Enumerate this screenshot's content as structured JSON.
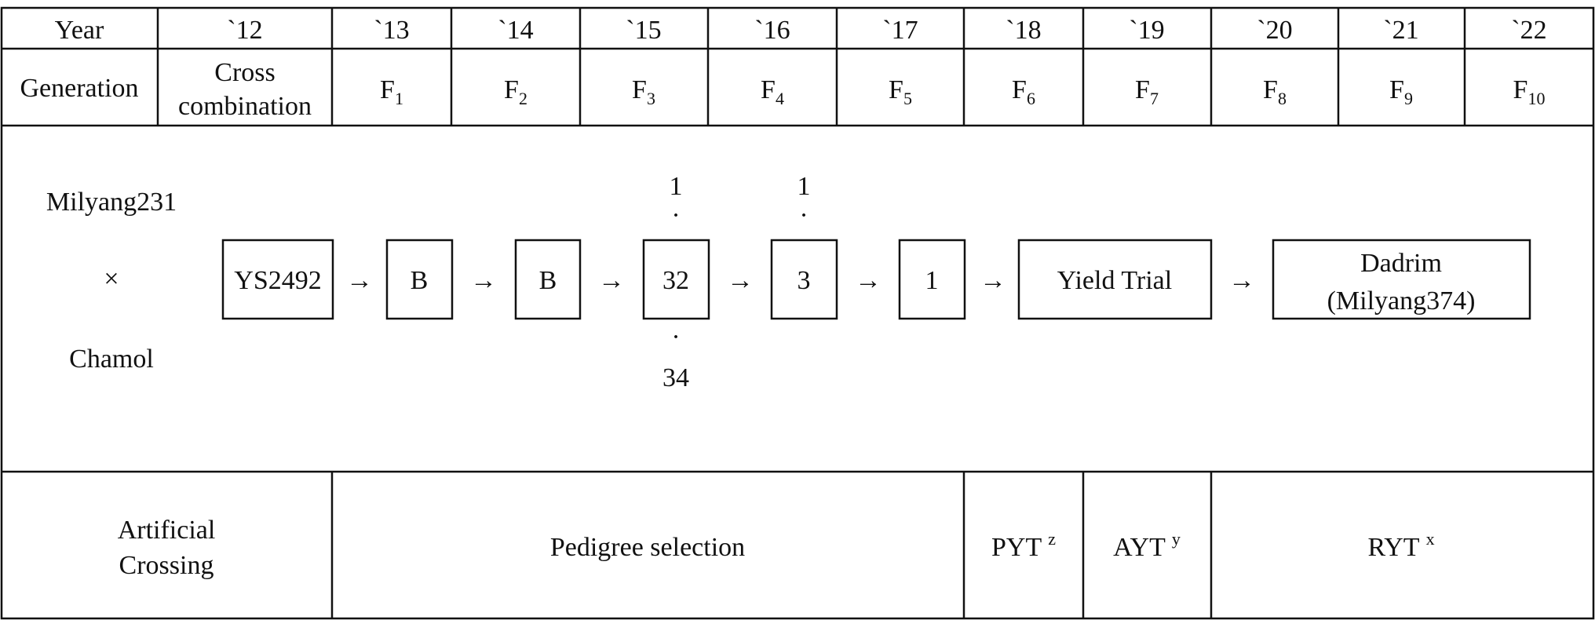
{
  "header": {
    "year_label": "Year",
    "years": [
      "`12",
      "`13",
      "`14",
      "`15",
      "`16",
      "`17",
      "`18",
      "`19",
      "`20",
      "`21",
      "`22"
    ],
    "generation_label": "Generation",
    "cross_line1": "Cross",
    "cross_line2": "combination",
    "generations": [
      {
        "base": "F",
        "sub": "1"
      },
      {
        "base": "F",
        "sub": "2"
      },
      {
        "base": "F",
        "sub": "3"
      },
      {
        "base": "F",
        "sub": "4"
      },
      {
        "base": "F",
        "sub": "5"
      },
      {
        "base": "F",
        "sub": "6"
      },
      {
        "base": "F",
        "sub": "7"
      },
      {
        "base": "F",
        "sub": "8"
      },
      {
        "base": "F",
        "sub": "9"
      },
      {
        "base": "F",
        "sub": "10"
      }
    ]
  },
  "flow": {
    "parent1": "Milyang231",
    "cross_symbol": "×",
    "parent2": "Chamol",
    "arrow": "→",
    "dot": "·",
    "nodes": [
      {
        "id": "ys2492",
        "label": "YS2492"
      },
      {
        "id": "b1",
        "label": "B"
      },
      {
        "id": "b2",
        "label": "B"
      },
      {
        "id": "n32",
        "label": "32",
        "above": "1",
        "below": "34"
      },
      {
        "id": "n3",
        "label": "3",
        "above": "1"
      },
      {
        "id": "n1",
        "label": "1"
      },
      {
        "id": "yield",
        "label": "Yield Trial"
      },
      {
        "id": "dadrim",
        "line1": "Dadrim",
        "line2": "(Milyang374)"
      }
    ]
  },
  "stages": {
    "artificial_line1": "Artificial",
    "artificial_line2": "Crossing",
    "pedigree": "Pedigree selection",
    "pyt": "PYT",
    "pyt_sup": "z",
    "ayt": "AYT",
    "ayt_sup": "y",
    "ryt": "RYT",
    "ryt_sup": "x"
  }
}
